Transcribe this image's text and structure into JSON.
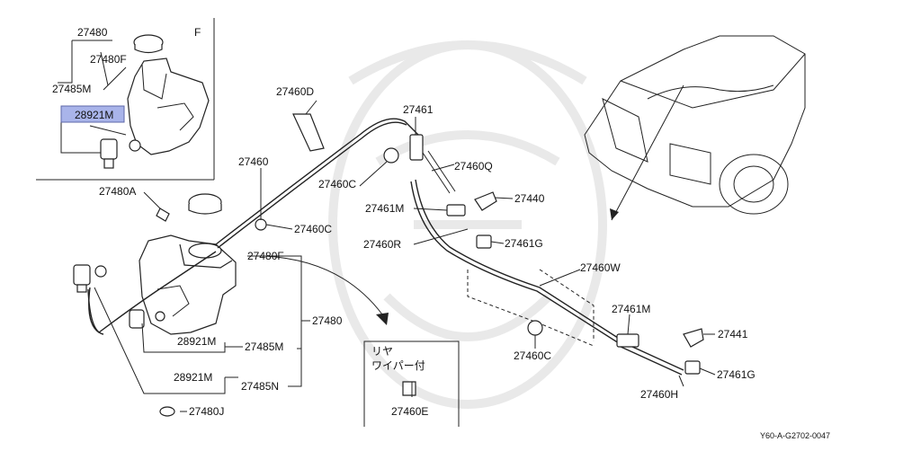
{
  "inset": {
    "corner_letter": "F",
    "labels": {
      "p27480": "27480",
      "p27480F": "27480F",
      "p27485M": "27485M",
      "p28921M": "28921M"
    }
  },
  "labels": {
    "p27460D": "27460D",
    "p27461": "27461",
    "p27460": "27460",
    "p27460C_a": "27460C",
    "p27460Q": "27460Q",
    "p27480A": "27480A",
    "p27440": "27440",
    "p27461M_a": "27461M",
    "p27460C_b": "27460C",
    "p27460R": "27460R",
    "p27461G_a": "27461G",
    "p27480F": "27480F",
    "p27460W": "27460W",
    "p27480": "27480",
    "p27461M_b": "27461M",
    "p28921M_a": "28921M",
    "p27485M": "27485M",
    "p27460C_c": "27460C",
    "p27441": "27441",
    "p28921M_b": "28921M",
    "p27485N": "27485N",
    "p27461G_b": "27461G",
    "p27460H": "27460H",
    "p27480J": "27480J",
    "p27460E": "27460E"
  },
  "rear_box": {
    "line1": "リヤ",
    "line2": "ワイパー付"
  },
  "footer": {
    "code": "Y60-A-G2702-0047"
  }
}
